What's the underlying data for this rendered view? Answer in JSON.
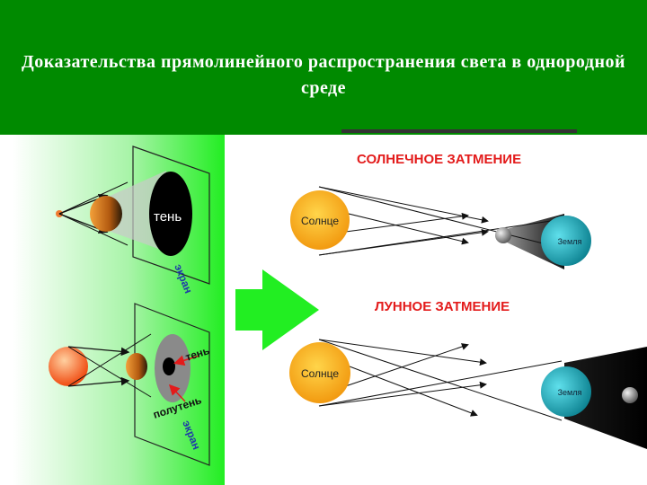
{
  "slide": {
    "title": "Доказательства прямолинейного распространения света в однородной среде",
    "colors": {
      "header_bg": "#008a00",
      "gradient_green": "#22ee22",
      "arrow_green": "#22ee22",
      "heading_red": "#e31b1b",
      "sun_orange": "#f5a21a",
      "earth_cyan": "#1fb9c8"
    }
  },
  "left_panel": {
    "top": {
      "shadow_label": "тень",
      "screen_label": "экран"
    },
    "bottom": {
      "shadow_label": "тень",
      "penumbra_label": "полутень",
      "screen_label": "экран"
    }
  },
  "solar_eclipse": {
    "heading": "СОЛНЕЧНОЕ ЗАТМЕНИЕ",
    "sun_label": "Солнце",
    "earth_label": "Земля"
  },
  "lunar_eclipse": {
    "heading": "ЛУННОЕ ЗАТМЕНИЕ",
    "sun_label": "Солнце",
    "earth_label": "Земля"
  }
}
